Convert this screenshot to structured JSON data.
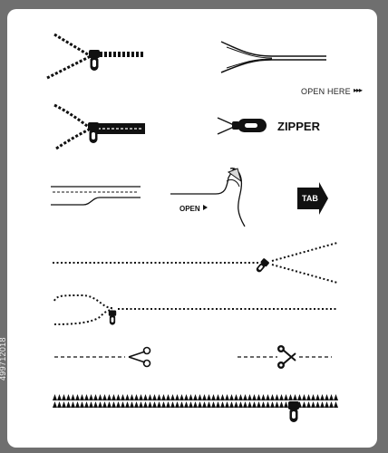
{
  "labels": {
    "open_here": "OPEN HERE",
    "open_here_arrows": "▸▸▸",
    "zipper": "ZIPPER",
    "open": "OPEN",
    "tab": "TAB"
  },
  "stock_id": "499712018",
  "colors": {
    "background": "#6f6f6f",
    "card": "#ffffff",
    "ink": "#111111"
  },
  "icons": [
    "zipper-diagonal-icon",
    "zipper-open-lines-icon",
    "zipper-pull-stitched-icon",
    "zipper-pull-small-icon",
    "stitched-tear-strip-icon",
    "peel-corner-icon",
    "tab-arrow-icon",
    "dotted-zipper-split-icon",
    "dotted-zipper-curve-icon",
    "scissors-cut-line-icon",
    "zigzag-zipper-icon"
  ]
}
